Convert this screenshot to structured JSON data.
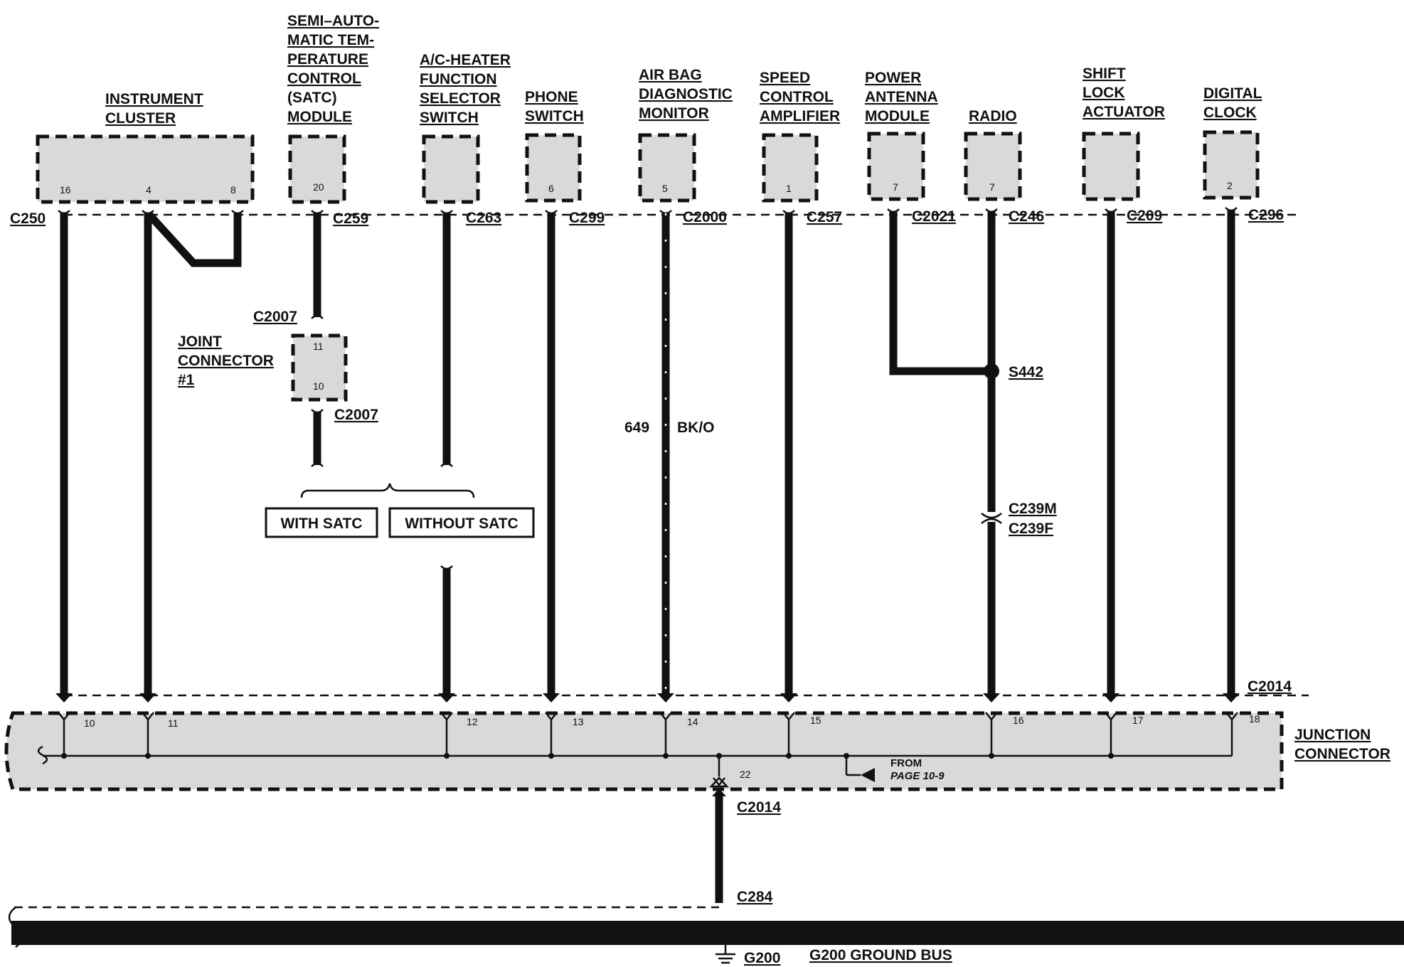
{
  "components": {
    "instrument_cluster": {
      "line1": "INSTRUMENT",
      "line2": "CLUSTER",
      "pins": [
        "16",
        "4",
        "8"
      ]
    },
    "satc_module": {
      "line1": "SEMI–AUTO-",
      "line2": "MATIC TEM-",
      "line3": "PERATURE",
      "line4": "CONTROL",
      "line5": "(SATC)",
      "line6": "MODULE",
      "pin": "20"
    },
    "ac_heater_switch": {
      "line1": "A/C-HEATER",
      "line2": "FUNCTION",
      "line3": "SELECTOR",
      "line4": "SWITCH"
    },
    "phone_switch": {
      "line1": "PHONE",
      "line2": "SWITCH",
      "pin": "6"
    },
    "air_bag_monitor": {
      "line1": "AIR BAG",
      "line2": "DIAGNOSTIC",
      "line3": "MONITOR",
      "pin": "5"
    },
    "speed_control": {
      "line1": "SPEED",
      "line2": "CONTROL",
      "line3": "AMPLIFIER",
      "pin": "1"
    },
    "power_antenna": {
      "line1": "POWER",
      "line2": "ANTENNA",
      "line3": "MODULE",
      "pin": "7"
    },
    "radio": {
      "line1": "RADIO",
      "pin": "7"
    },
    "shift_lock": {
      "line1": "SHIFT",
      "line2": "LOCK",
      "line3": "ACTUATOR"
    },
    "digital_clock": {
      "line1": "DIGITAL",
      "line2": "CLOCK",
      "pin": "2"
    },
    "joint_connector": {
      "line1": "JOINT",
      "line2": "CONNECTOR",
      "line3": "#1",
      "pins": [
        "11",
        "10"
      ]
    },
    "junction_connector": {
      "line1": "JUNCTION",
      "line2": "CONNECTOR",
      "pins": [
        "10",
        "11",
        "12",
        "13",
        "14",
        "15",
        "16",
        "17",
        "18",
        "22"
      ]
    }
  },
  "connectors": {
    "c250": "C250",
    "c259": "C259",
    "c263": "C263",
    "c299": "C299",
    "c2000": "C2000",
    "c257": "C257",
    "c2021": "C2021",
    "c246": "C246",
    "c209": "C209",
    "c296": "C296",
    "c2007_top": "C2007",
    "c2007_bottom": "C2007",
    "c2014_top": "C2014",
    "c2014_bottom": "C2014",
    "c239m": "C239M",
    "c239f": "C239F",
    "c284": "C284",
    "s442": "S442",
    "g200": "G200"
  },
  "options": {
    "with_satc": "WITH SATC",
    "without_satc": "WITHOUT SATC"
  },
  "wire": {
    "circuit": "649",
    "color": "BK/O"
  },
  "reference": {
    "from": "FROM",
    "page": "PAGE 10-9"
  },
  "ground_bus": "G200 GROUND BUS"
}
